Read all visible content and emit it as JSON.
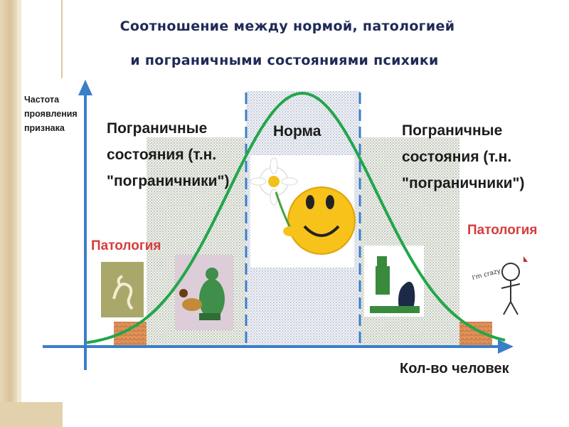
{
  "title": {
    "line1": "Соотношение между нормой, патологией",
    "line2": "и пограничными состояниями психики"
  },
  "axes": {
    "y_label_lines": [
      "Частота",
      "проявления",
      "признака"
    ],
    "x_label": "Кол-во человек"
  },
  "zones": {
    "borderline_left_lines": [
      "Пограничные",
      "состояния (т.н.",
      "\"пограничники\")"
    ],
    "borderline_right_lines": [
      "Пограничные",
      "состояния (т.н.",
      "\"пограничники\")"
    ],
    "norm": "Норма",
    "pathology_left": "Патология",
    "pathology_right": "Патология"
  },
  "illustrations": {
    "pathology_left": "figure-on-green-icon",
    "borderline_left": "soldier-with-dog-icon",
    "norm": "smiley-with-daisy-icon",
    "borderline_right": "soldier-statue-with-dog-icon",
    "pathology_right": "crazy-sketch-icon",
    "crazy_text": "I'm crazy"
  },
  "colors": {
    "title": "#1f2a57",
    "pathology": "#d63c3c",
    "curve": "#22a64a",
    "axis": "#3a7ec8",
    "hatch_borderline": "#9aa79a",
    "hatch_norm": "#8c9bb3",
    "pathology_block": "#d4804a"
  }
}
